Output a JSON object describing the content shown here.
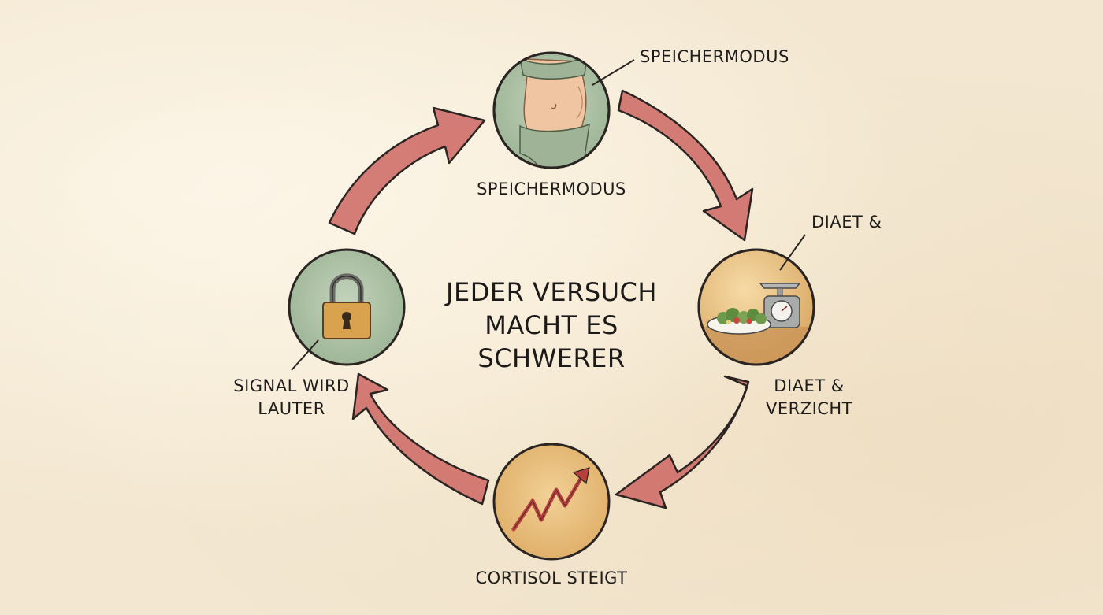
{
  "center": {
    "line1": "JEDER VERSUCH",
    "line2": "MACHT ES SCHWERER"
  },
  "nodes": {
    "top": {
      "caption": "SPEICHERMODUS",
      "callout": "SPEICHERMODUS",
      "icon": "belly-icon"
    },
    "right": {
      "caption_line1": "DIAET &",
      "caption_line2": "VERZICHT",
      "callout": "DIAET &",
      "icon": "scale-salad-icon"
    },
    "bottom": {
      "caption": "CORTISOL STEIGT",
      "icon": "rising-zigzag-arrow-icon"
    },
    "left": {
      "caption_line1": "SIGNAL WIRD",
      "caption_line2": "LAUTER",
      "icon": "padlock-icon"
    }
  },
  "colors": {
    "background": "#f3e7d1",
    "arrow": "#c9615f",
    "node_green": "#a9bea1",
    "node_orange": "#e7bd78",
    "outline": "#2a2522"
  }
}
